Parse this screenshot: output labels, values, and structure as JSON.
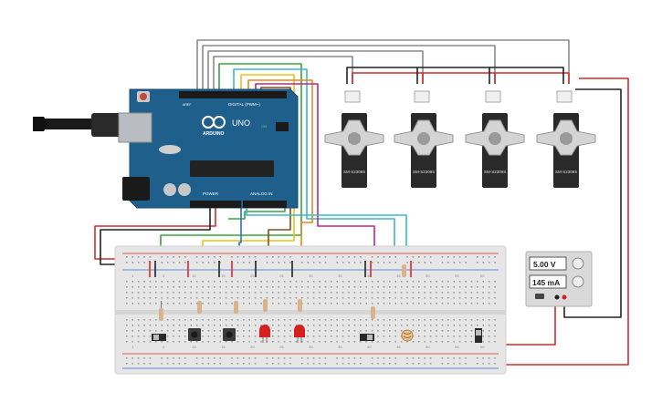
{
  "arduino": {
    "brand": "ARDUINO",
    "model": "UNO",
    "digital_label": "DIGITAL (PWM~)",
    "power_label": "POWER",
    "analog_label": "ANALOG IN",
    "aref_label": "AREF",
    "on_label": "ON"
  },
  "servos": [
    {
      "label": "SM-S2309S"
    },
    {
      "label": "SM-S2309S"
    },
    {
      "label": "SM-S2309S"
    },
    {
      "label": "SM-S2309S"
    }
  ],
  "power_supply": {
    "voltage": "5.00 V",
    "current": "145 mA"
  },
  "breadboard": {
    "column_numbers": [
      "1",
      "5",
      "10",
      "15",
      "20",
      "25",
      "30",
      "35",
      "40",
      "45",
      "50",
      "55",
      "60"
    ]
  },
  "colors": {
    "board": "#1f5f8b",
    "breadboard": "#e6e6e6",
    "wire_red": "#d42a2a",
    "wire_black": "#222222",
    "wire_gray": "#8a8a8a",
    "wire_green": "#3aa53a",
    "wire_yellow": "#e6c21a",
    "wire_orange": "#e08a1e",
    "wire_brown": "#8a4b1e",
    "wire_magenta": "#c0287a",
    "wire_cyan": "#3cb8c8",
    "wire_blue": "#2a6fd4"
  }
}
